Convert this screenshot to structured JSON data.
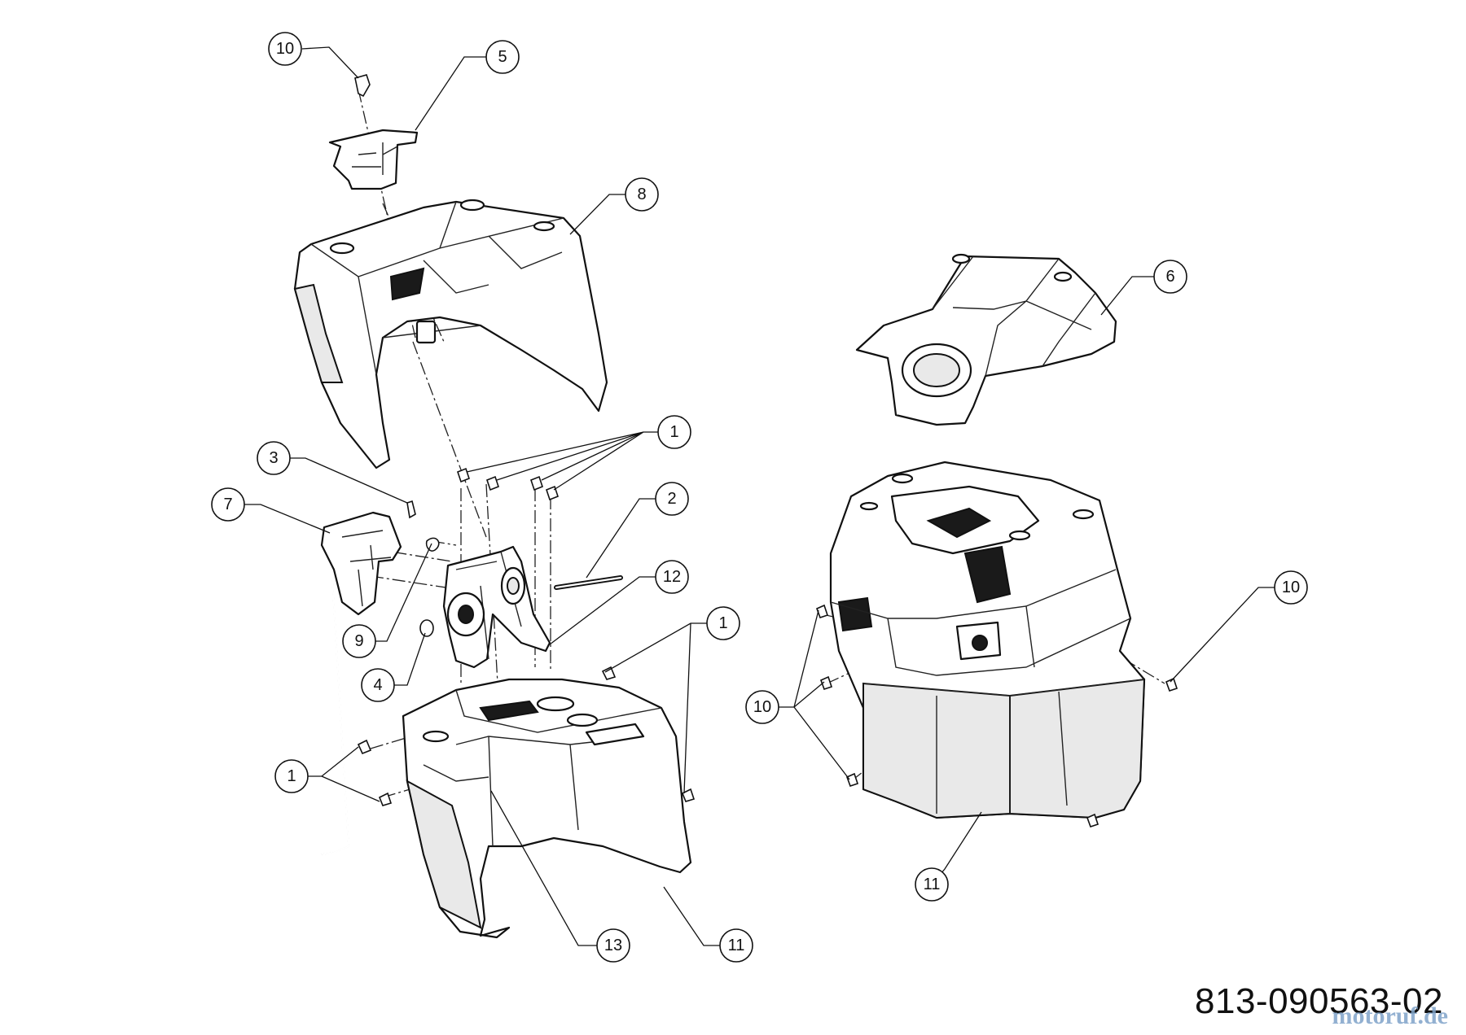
{
  "drawing_number": "813-090563-02",
  "watermark": "motoruf.de",
  "callouts": {
    "c1a": "1",
    "c1b": "1",
    "c1c": "1",
    "c2": "2",
    "c3": "3",
    "c4": "4",
    "c5": "5",
    "c6": "6",
    "c7": "7",
    "c8": "8",
    "c9": "9",
    "c10a": "10",
    "c10b": "10",
    "c10c": "10",
    "c11a": "11",
    "c11b": "11",
    "c12": "12",
    "c13": "13"
  }
}
